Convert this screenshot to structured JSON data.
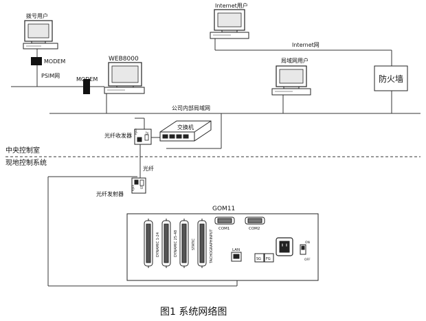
{
  "labels": {
    "dialup_user": "拨号用户",
    "modem_1": "MODEM",
    "psim_net": "PSIM网",
    "modem_2": "MODEM",
    "web_server": "WEB8000",
    "internet_user": "Internet用户",
    "internet_net": "Internet网",
    "lan_user": "局域网用户",
    "firewall": "防火墙",
    "company_lan": "公司内部局域网",
    "fiber_transceiver": "光纤收发器",
    "switch": "交换机",
    "central_control_room": "中央控制室",
    "field_control_system": "现地控制系统",
    "fiber": "光纤",
    "fiber_transmitter": "光纤发射器",
    "rj45_a": "RJ45",
    "st_a": "ST",
    "rj45_b": "RJ45",
    "st_b": "ST",
    "gom11": "GOM11",
    "dynamic_124": "DYNAMIC 1-24",
    "dynamic_2548": "DYNAMIC 25-48",
    "static": "STATIC",
    "tachograph_input": "TACHOGRAPHINPUT",
    "com1": "COM1",
    "com2": "COM2",
    "lan_port": "LAN",
    "sg": "SG",
    "fg": "FG",
    "switch_on": "ON",
    "switch_off": "OFF",
    "caption": "图1  系统网络图"
  }
}
